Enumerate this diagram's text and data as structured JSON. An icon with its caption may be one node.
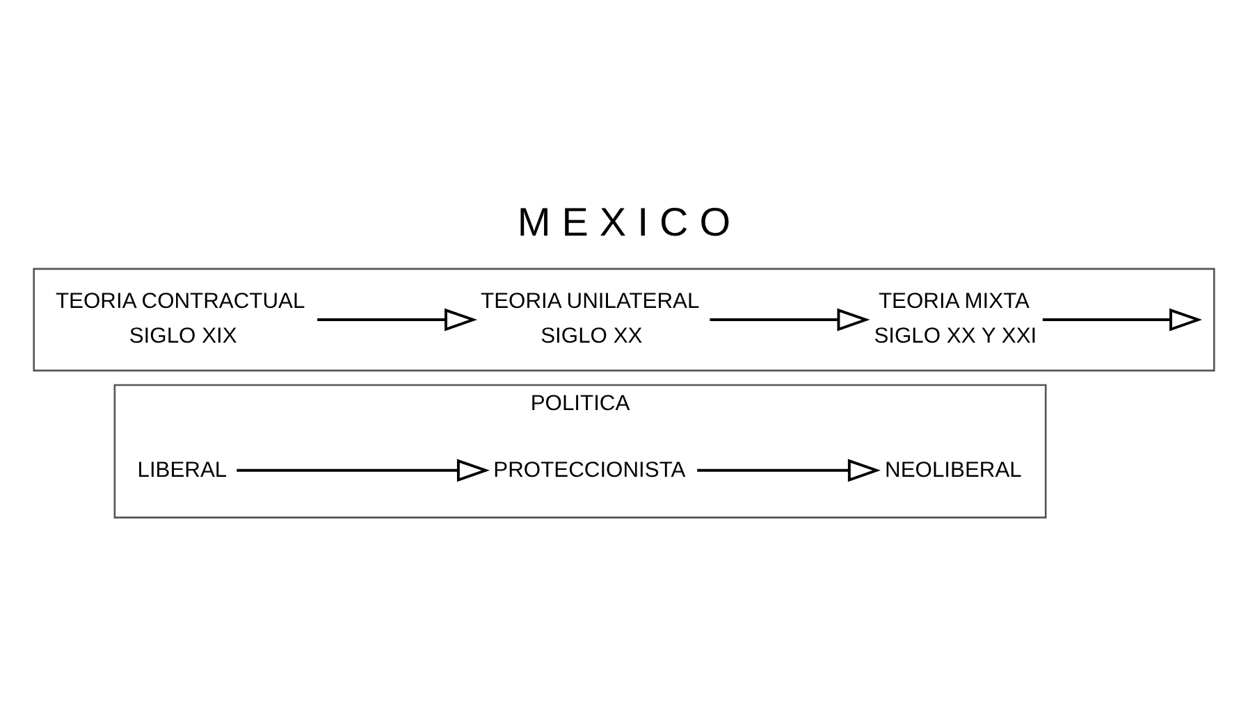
{
  "diagram": {
    "title": "M E X I C O",
    "nodes": [
      {
        "text": [],
        "shape": "box"
      },
      {
        "text": [
          "TEORIA CONTRACTUAL"
        ],
        "in": 0,
        "beside": [
          "SIGLO XIX"
        ]
      },
      {
        "text": [
          "TEORIA UNILATERAL"
        ],
        "in": 0,
        "beside": [
          "SIGLO XX"
        ]
      },
      {
        "text": [
          "TEORIA MIXTA"
        ],
        "in": 0,
        "beside": [
          "SIGLO XX Y XXI"
        ]
      },
      {
        "text": [
          "POLITICA"
        ]
      },
      {
        "text": [
          "LIBERAL"
        ],
        "in": 4
      },
      {
        "text": [
          "PROTECCIONISTA"
        ],
        "in": 4
      },
      {
        "text": [
          "NEOLIBERAL"
        ],
        "in": 4
      }
    ],
    "edges": [
      {
        "from": 1,
        "to": 2,
        "arrow": "to"
      },
      {
        "from": 2,
        "to": 3,
        "arrow": "to"
      },
      {
        "from": 3,
        "to": null,
        "arrow": "to"
      },
      {
        "from": 5,
        "to": 6,
        "arrow": "to"
      },
      {
        "from": 6,
        "to": 7,
        "arrow": "to"
      }
    ]
  }
}
